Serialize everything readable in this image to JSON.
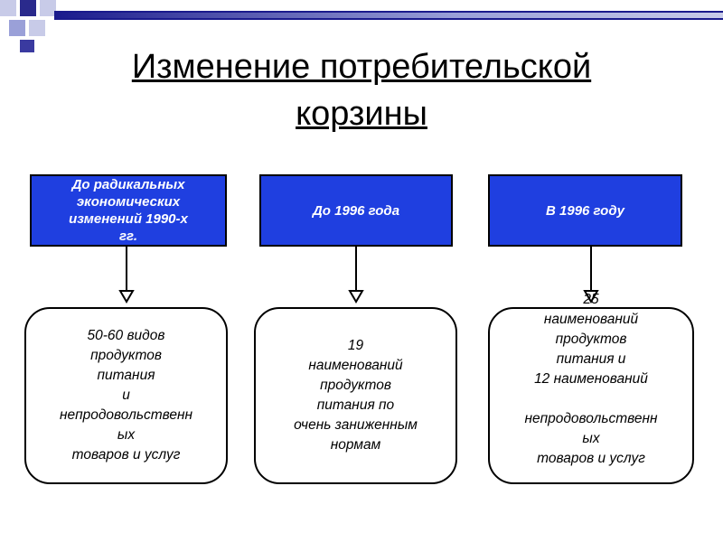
{
  "title_lines": [
    "Изменение потребительской",
    "корзины"
  ],
  "headers": [
    {
      "lines": [
        "До радикальных",
        "экономических",
        "изменений 1990-х",
        "гг."
      ]
    },
    {
      "lines": [
        "До 1996 года"
      ]
    },
    {
      "lines": [
        "В 1996 году"
      ]
    }
  ],
  "details": [
    {
      "lines": [
        "50-60 видов",
        "продуктов",
        "питания",
        "и",
        "непродовольственн",
        "ых",
        "товаров и услуг"
      ]
    },
    {
      "lines": [
        "19",
        "наименований",
        "продуктов",
        "питания по",
        "очень заниженным",
        "нормам"
      ]
    },
    {
      "lines": [
        "25",
        "наименований",
        "продуктов",
        "питания и",
        "12 наименований",
        "",
        "непродовольственн",
        "ых",
        "товаров и услуг"
      ]
    }
  ],
  "colors": {
    "header_fill": "#1f3fe0",
    "deco_dark": "#1a1a8c",
    "deco_light": "#9aa0d8"
  }
}
